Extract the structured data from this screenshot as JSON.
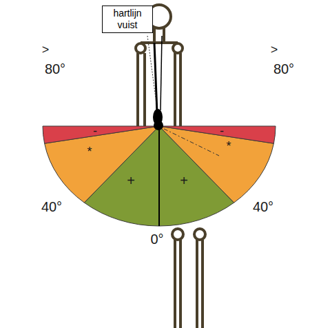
{
  "diagram": {
    "nodes": [
      {
        "text": [
          "hartlijn vuist"
        ]
      }
    ],
    "labels": [
      ">",
      ">",
      "80°",
      "80°",
      "-",
      "-",
      "*",
      "*",
      "+",
      "+",
      "40°",
      "40°",
      "0°"
    ]
  }
}
